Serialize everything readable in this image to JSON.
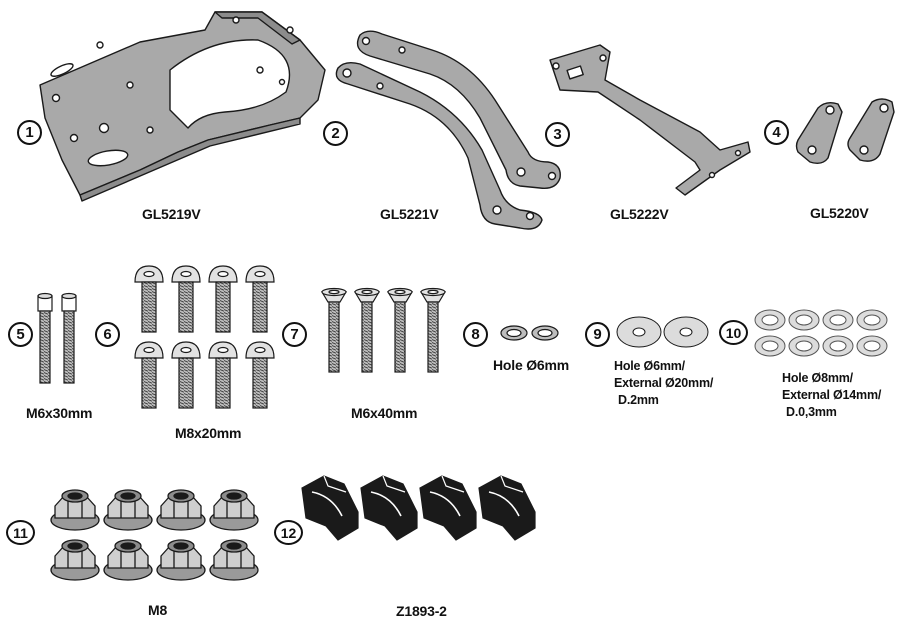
{
  "parts": [
    {
      "number": "1",
      "code": "GL5219V",
      "item": "plate-bracket"
    },
    {
      "number": "2",
      "code": "GL5221V",
      "item": "curved-arms"
    },
    {
      "number": "3",
      "code": "GL5222V",
      "item": "rear-bracket"
    },
    {
      "number": "4",
      "code": "GL5220V",
      "item": "spacer-blocks"
    },
    {
      "number": "5",
      "code": "M6x30mm",
      "item": "hex-socket-bolts"
    },
    {
      "number": "6",
      "code": "M8x20mm",
      "item": "button-head-bolts"
    },
    {
      "number": "7",
      "code": "M6x40mm",
      "item": "countersunk-bolts"
    },
    {
      "number": "8",
      "code": "Hole Ø6mm",
      "item": "split-lock-washers"
    },
    {
      "number": "9",
      "lines": [
        "Hole Ø6mm/",
        "External Ø20mm/",
        "D.2mm"
      ],
      "item": "flat-washers"
    },
    {
      "number": "10",
      "lines": [
        "Hole Ø8mm/",
        "External Ø14mm/",
        "D.0,3mm"
      ],
      "item": "thin-washers"
    },
    {
      "number": "11",
      "code": "M8",
      "item": "flange-nuts"
    },
    {
      "number": "12",
      "code": "Z1893-2",
      "item": "rubber-pads"
    }
  ],
  "colors": {
    "metal": "#a9a9a9",
    "metal_dark": "#8c8c8c",
    "outline": "#1a1a1a",
    "rubber": "#1a1a1a",
    "washer": "#dcdcdc"
  }
}
